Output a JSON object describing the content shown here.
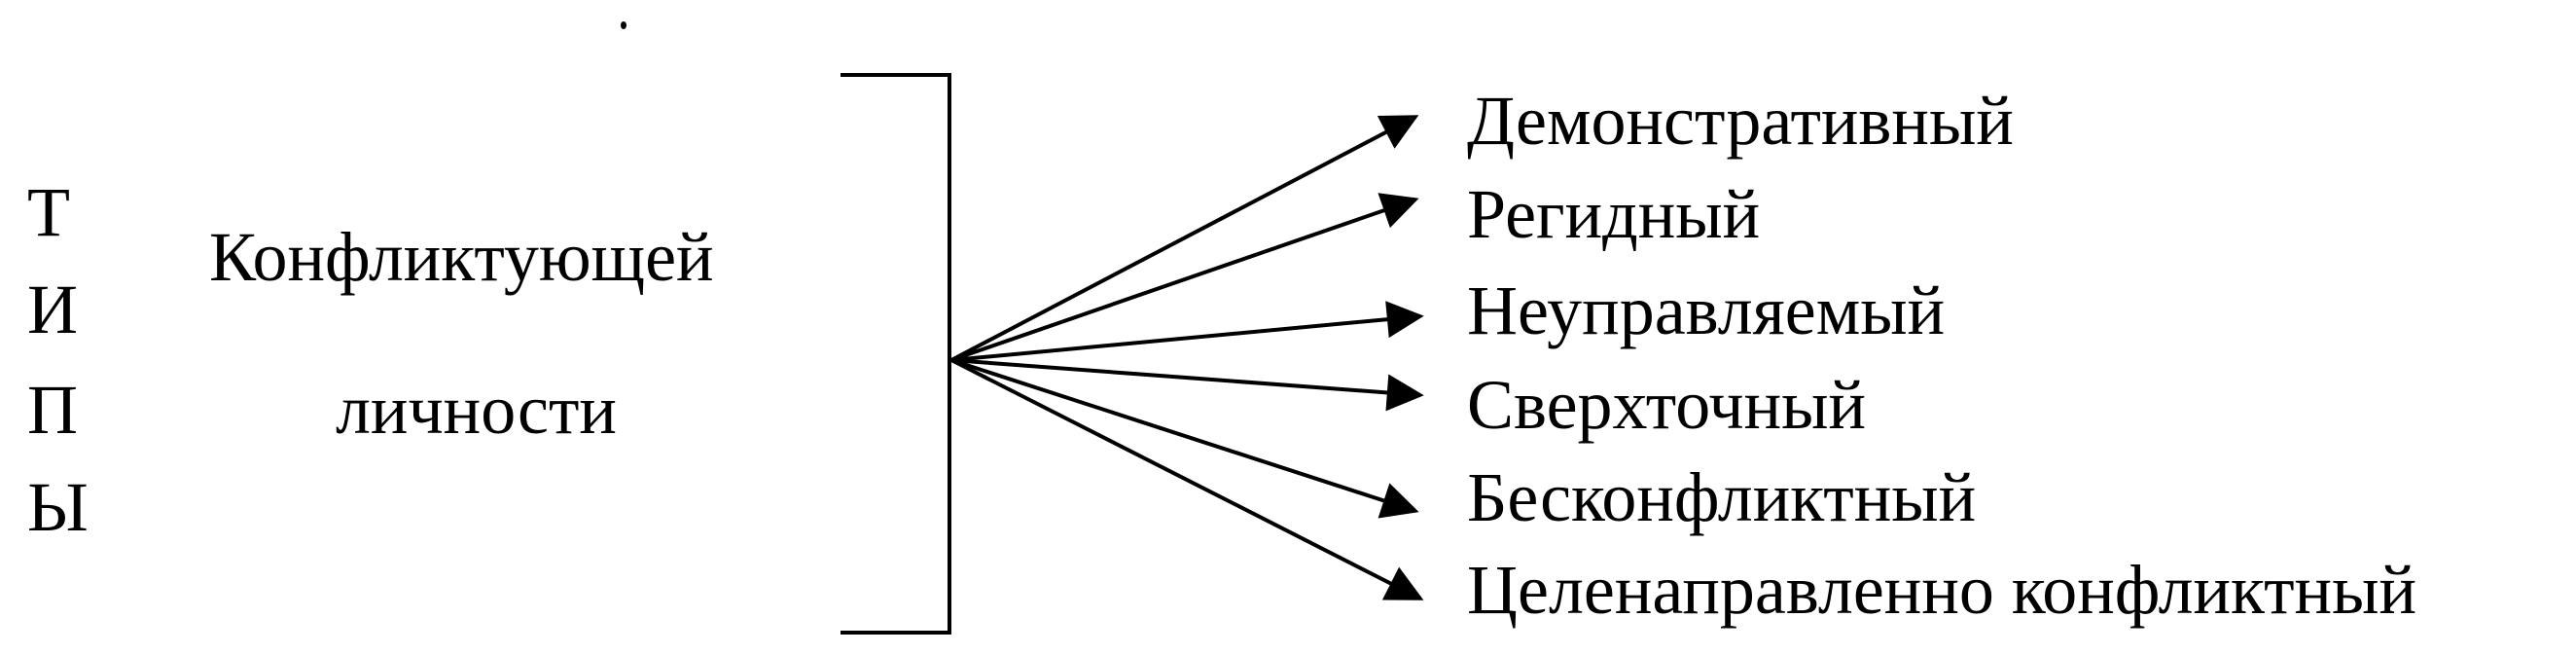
{
  "vertical_word": [
    "Т",
    "И",
    "П",
    "Ы"
  ],
  "subject": {
    "line1": "Конфликтующей",
    "line2": "личности"
  },
  "types": [
    "Демонстративный",
    "Регидный",
    "Неуправляемый",
    "Сверхточный",
    "Бесконфликтный",
    "Целенаправленно конфликтный"
  ]
}
